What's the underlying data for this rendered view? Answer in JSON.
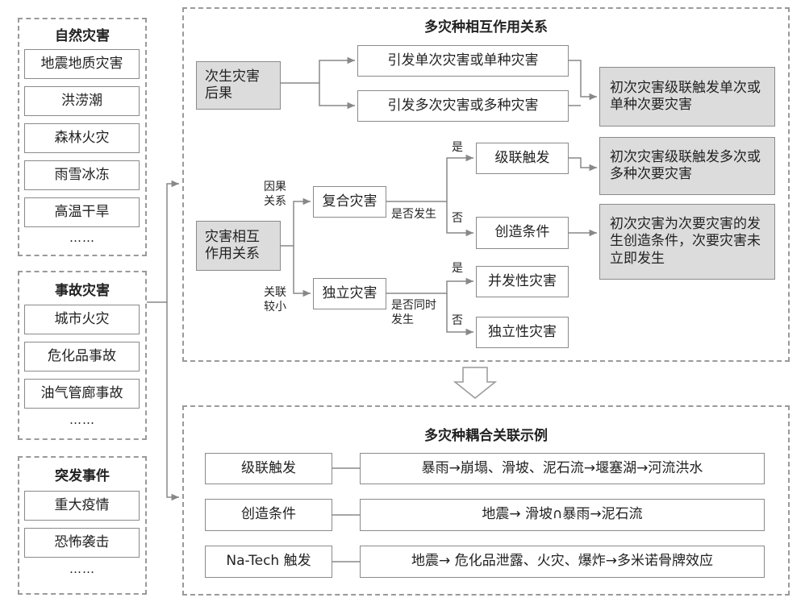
{
  "left": {
    "natural": {
      "title": "自然灾害",
      "items": [
        "地震地质灾害",
        "洪涝潮",
        "森林火灾",
        "雨雪冰冻",
        "高温干旱"
      ],
      "more": "……"
    },
    "accident": {
      "title": "事故灾害",
      "items": [
        "城市火灾",
        "危化品事故",
        "油气管廊事故"
      ],
      "more": "……"
    },
    "emergency": {
      "title": "突发事件",
      "items": [
        "重大疫情",
        "恐怖袭击"
      ],
      "more": "……"
    }
  },
  "interaction": {
    "title": "多灾种相互作用关系",
    "secondary": "次生灾害后果",
    "mutual": "灾害相互作用关系",
    "single": "引发单次灾害或单种灾害",
    "multiple": "引发多次灾害或多种灾害",
    "cascade": "级联触发",
    "create": "创造条件",
    "compound": "复合灾害",
    "independent": "独立灾害",
    "concurrent": "并发性灾害",
    "indep_result": "独立性灾害",
    "result1": "初次灾害级联触发单次或单种次要灾害",
    "result2": "初次灾害级联触发多次或多种次要灾害",
    "result3": "初次灾害为次要灾害的发生创造条件，次要灾害未立即发生",
    "label_causal": "因果\n关系",
    "label_weak": "关联\n较小",
    "label_occur": "是否发生",
    "label_simul": "是否同时\n发生",
    "yes1": "是",
    "no1": "否",
    "yes2": "是",
    "no2": "否"
  },
  "examples": {
    "title": "多灾种耦合关联示例",
    "rows": [
      {
        "type": "级联触发",
        "example": "暴雨→崩塌、滑坡、泥石流→堰塞湖→河流洪水"
      },
      {
        "type": "创造条件",
        "example": "地震→ 滑坡∩暴雨→泥石流"
      },
      {
        "type": "Na-Tech 触发",
        "example": "地震→ 危化品泄露、火灾、爆炸→多米诺骨牌效应"
      }
    ]
  },
  "colors": {
    "box_fill_gray": "#dcdcdc",
    "line": "#888888"
  }
}
